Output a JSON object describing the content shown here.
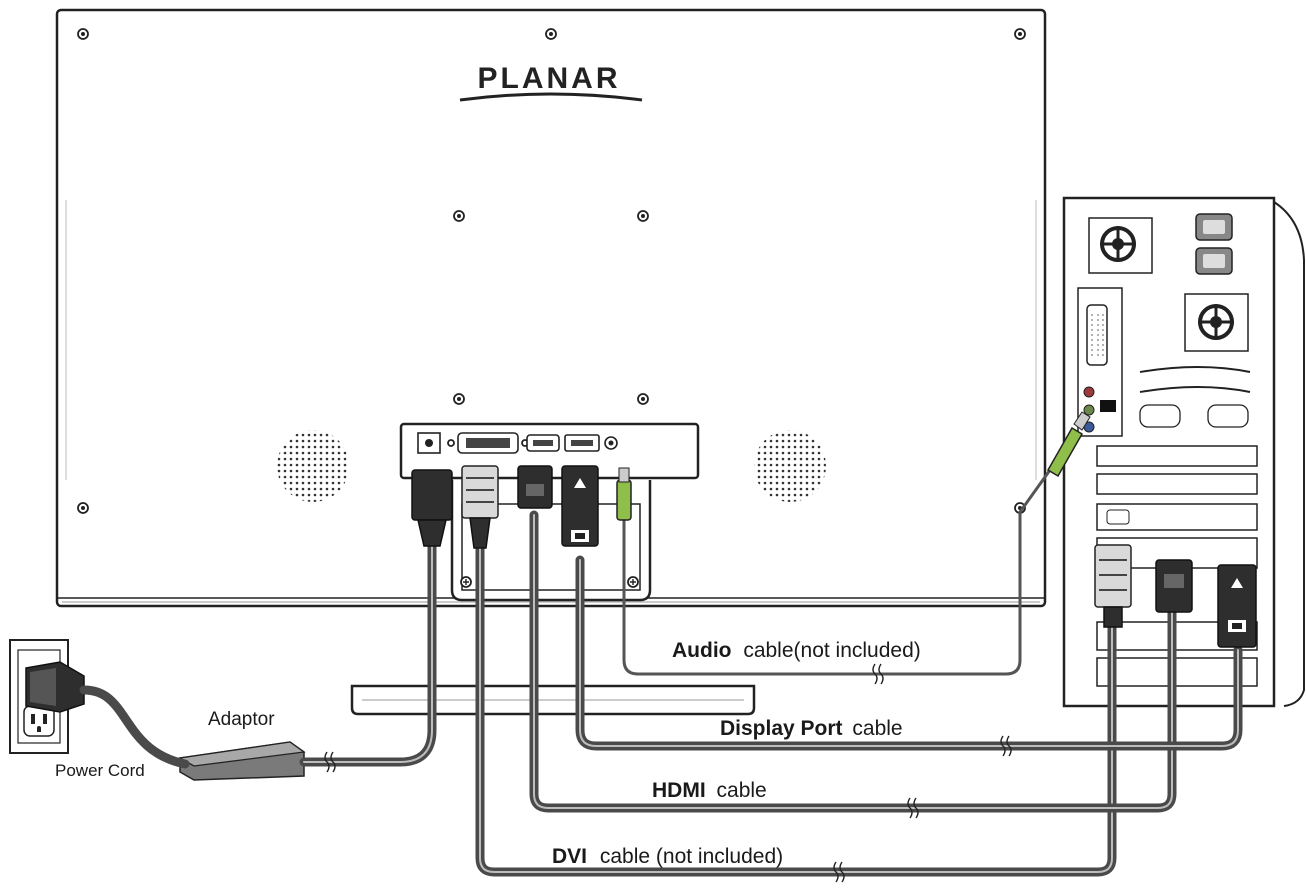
{
  "brand": "PLANAR",
  "labels": {
    "power_cord": "Power Cord",
    "adaptor": "Adaptor",
    "audio_bold": "Audio",
    "audio_rest": "cable(not included)",
    "dp_bold": "Display Port",
    "dp_rest": "cable",
    "hdmi_bold": "HDMI",
    "hdmi_rest": "cable",
    "dvi_bold": "DVI",
    "dvi_rest": "cable (not included)"
  },
  "colors": {
    "cable": "#4a4a4a",
    "audio_plug": "#8fbf4a",
    "outline": "#222222"
  },
  "icons": [
    "wall-outlet-icon",
    "power-adaptor-icon",
    "speaker-grille-icon",
    "screw-icon",
    "fan-icon"
  ]
}
